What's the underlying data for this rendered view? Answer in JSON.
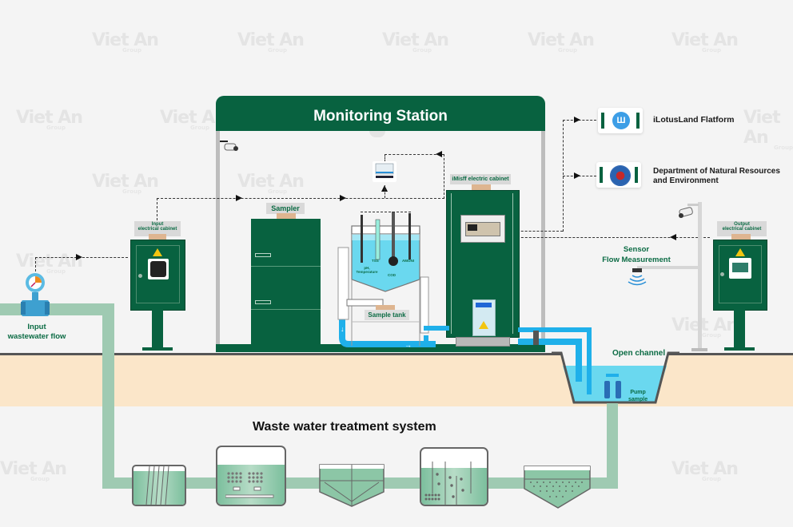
{
  "watermark": {
    "brand": "Viet An",
    "sub": "Group"
  },
  "station": {
    "title": "Monitoring Station"
  },
  "sampler": {
    "label": "Sampler"
  },
  "sample_tank": {
    "label": "Sample tank",
    "probes": [
      "pH,\nTemperature",
      "TSS",
      "COD",
      "AMONI"
    ]
  },
  "imisff_cabinet": {
    "label": "iMisff electric cabinet"
  },
  "input_cabinet": {
    "label_line1": "Input",
    "label_line2": "electrical cabinet"
  },
  "output_cabinet": {
    "label_line1": "Output",
    "label_line2": "electrical cabinet"
  },
  "input_flow": {
    "line1": "Input",
    "line2": "wastewater flow"
  },
  "sensor": {
    "line1": "Sensor",
    "line2": "Flow Measurement"
  },
  "open_channel": {
    "label": "Open channel"
  },
  "pump": {
    "line1": "Pump",
    "line2": "sample"
  },
  "destinations": [
    {
      "label": "iLotusLand Flatform",
      "icon": "ilotusland-logo-icon"
    },
    {
      "label_line1": "Department of Natural Resources",
      "label_line2": "and Environment",
      "icon": "dept-seal-icon"
    }
  ],
  "treatment": {
    "title": "Waste water treatment system"
  },
  "colors": {
    "brand_green": "#086240",
    "water_blue": "#1fb0ea",
    "pipe_green": "#9fcab2",
    "ground": "#fbe6c9"
  }
}
